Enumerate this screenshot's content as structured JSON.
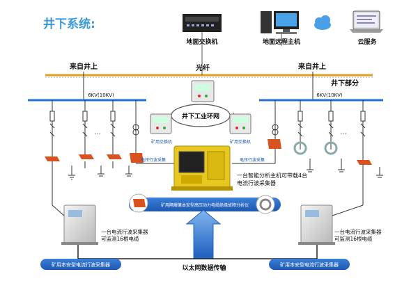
{
  "title": "井下系统:",
  "top_devices": {
    "surface_switch": "地面交换机",
    "remote_host": "地面远程主机",
    "cloud_service": "云服务"
  },
  "surface_labels": {
    "from_well_left": "来自井上",
    "fiber": "光纤",
    "from_well_right": "来自井上",
    "underground_part": "井下部分"
  },
  "bus_labels": {
    "left": "6KV(10KV)",
    "right": "6KV(10KV)"
  },
  "ring_network": "井下工业环网",
  "switch_labels": {
    "left": "矿用交换机",
    "right": "矿用交换机"
  },
  "cable_labels": {
    "left": "电压行波采集",
    "right": "电压行波采集"
  },
  "analyzer_label": "矿用隔爆兼本安型高压动力电缆绝缘故障分析仪",
  "host_note": {
    "line1": "一台智能分析主机可带载4台",
    "line2": "电流行波采集器"
  },
  "collector_notes": {
    "left": {
      "line1": "一台电流行波采集器",
      "line2": "可监测16根电缆"
    },
    "right": {
      "line1": "一台电流行波采集器",
      "line2": "可监测16根电缆"
    }
  },
  "collector_labels": {
    "left": "矿用本安型电流行波采集器",
    "right": "矿用本安型电流行波采集器"
  },
  "ethernet": "以太网数据传输",
  "ellipsis": "···",
  "colors": {
    "title": "#3a9ad9",
    "bus_blue": "#1f6fd0",
    "fiber_orange": "#e0a020",
    "label_blue": "#1a56b0",
    "host_yellow": "#e8c820",
    "arrow_blue": "#2a6fcf"
  }
}
